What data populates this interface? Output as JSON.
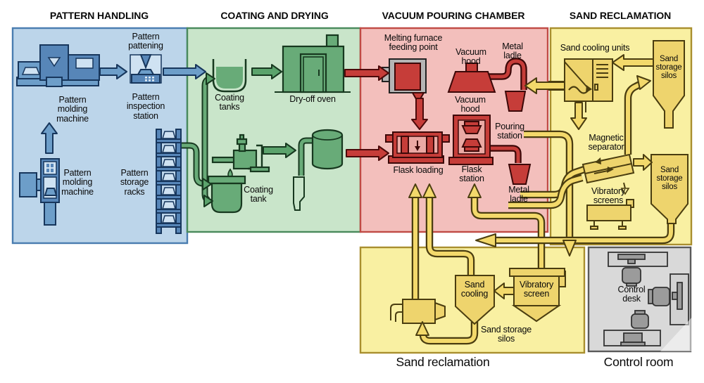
{
  "headers": {
    "pattern_handling": "PATTERN HANDLING",
    "coating_drying": "COATING AND DRYING",
    "vacuum_pouring": "VACUUM POURING CHAMBER",
    "sand_reclamation": "SAND RECLAMATION"
  },
  "pattern_handling": {
    "pattern_pattening": "Pattern\npattening",
    "molding_machine_top": "Pattern\nmolding\nmachine",
    "inspection_station": "Pattern\ninspection\nstation",
    "molding_machine_bottom": "Pattern\nmolding\nmachine",
    "storage_racks": "Pattern\nstorage\nracks"
  },
  "coating_drying": {
    "coating_tanks": "Coating\ntanks",
    "dry_off_oven": "Dry-off oven",
    "coating_tank": "Coating\ntank"
  },
  "vacuum_pouring": {
    "melting_furnace": "Melting furnace\nfeeding point",
    "vacuum_hood_top": "Vacuum\nhood",
    "metal_ladle_top": "Metal\nladle",
    "vacuum_hood_bottom": "Vacuum\nhood",
    "pouring_station": "Pouring\nstation",
    "flask_loading": "Flask loading",
    "flask_station": "Flask\nstation",
    "metal_ladle_bottom": "Metal\nladle"
  },
  "sand_reclamation_top": {
    "sand_cooling_units": "Sand cooling units",
    "silo_1": "Sand\nstorage\nsilos",
    "magnetic_separator": "Magnetic\nseparator",
    "vibratory_screens": "Vibratory\nscreens",
    "silo_2": "Sand\nstorage\nsilos"
  },
  "sand_reclamation_bottom": {
    "sand_cooling": "Sand\ncooling",
    "vibratory_screen": "Vibratory\nscreen",
    "sand_storage_silos": "Sand storage\nsilos",
    "caption": "Sand reclamation"
  },
  "control_room": {
    "control_desk": "Control\ndesk",
    "caption": "Control room"
  },
  "colors": {
    "pattern_bg": "#bcd5ea",
    "pattern_border": "#4a7db0",
    "coating_bg": "#c9e5ca",
    "coating_border": "#4a8a5c",
    "pouring_bg": "#f3bfbc",
    "pouring_border": "#c04b45",
    "sand_bg": "#f9f0a2",
    "sand_border": "#a98f2f",
    "control_bg": "#d9d9d9",
    "control_border": "#5a5a5a",
    "arrow_blue": "#6d9ec9",
    "arrow_green": "#5ba36c",
    "arrow_red": "#c63d39",
    "arrow_yellow": "#f3d96b"
  }
}
